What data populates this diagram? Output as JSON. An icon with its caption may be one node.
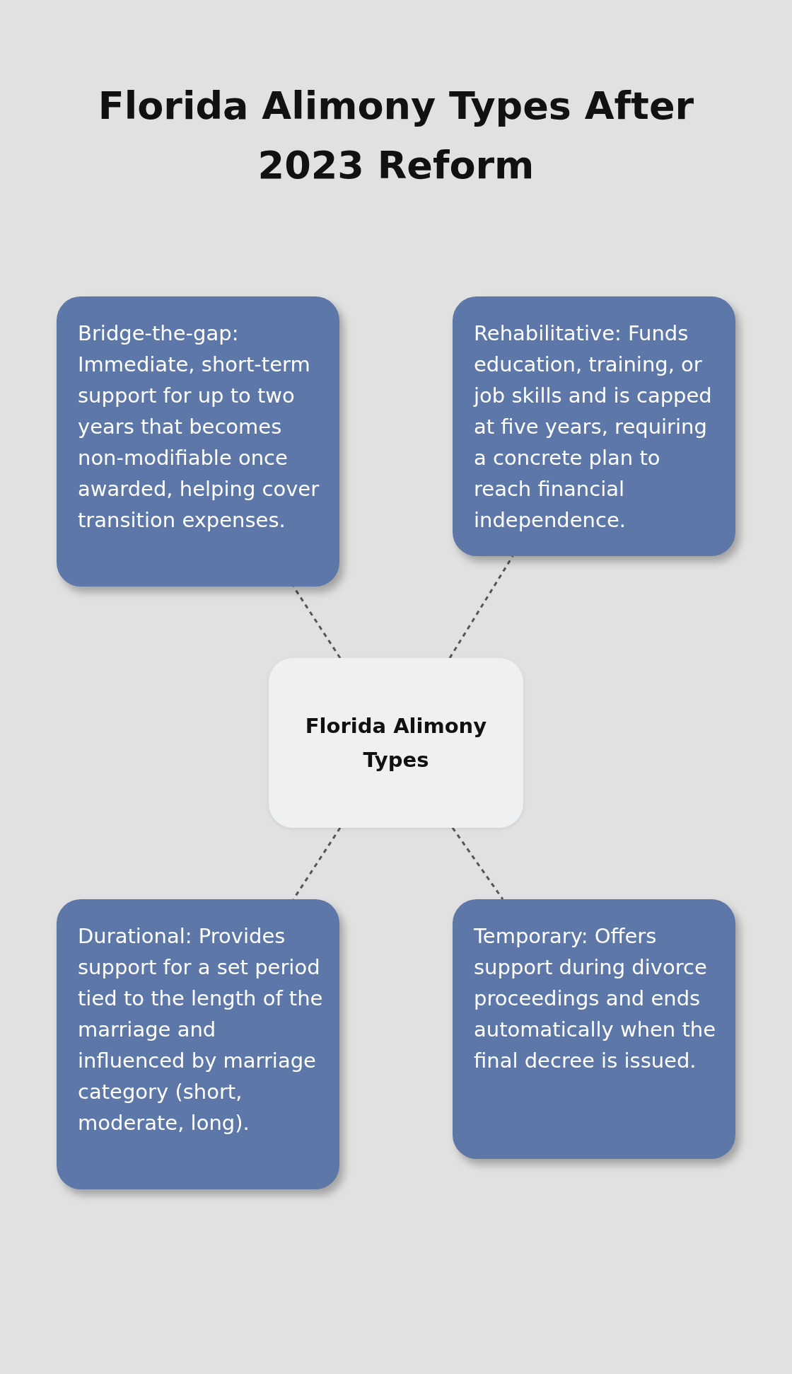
{
  "diagram": {
    "title": "Florida Alimony Types After 2023 Reform",
    "nodes": [
      {
        "text": [
          "Bridge-the-gap: Immediate, short-term support for up to two years that becomes non-modifiable once awarded, helping cover transition expenses."
        ]
      },
      {
        "text": [
          "Rehabilitative: Funds education, training, or job skills and is capped at five years, requiring a concrete plan to reach financial independence."
        ]
      },
      {
        "text": [
          "Florida Alimony Types"
        ]
      },
      {
        "text": [
          "Durational: Provides support for a set period tied to the length of the marriage and influenced by marriage category (short, moderate, long)."
        ]
      },
      {
        "text": [
          "Temporary: Offers support during divorce proceedings and ends automatically when the final decree is issued."
        ]
      }
    ],
    "edges": [
      {
        "from": 2,
        "to": 0,
        "arrow": "none",
        "style": "dashed"
      },
      {
        "from": 2,
        "to": 1,
        "arrow": "none",
        "style": "dashed"
      },
      {
        "from": 2,
        "to": 3,
        "arrow": "none",
        "style": "dashed"
      },
      {
        "from": 2,
        "to": 4,
        "arrow": "none",
        "style": "dashed"
      }
    ]
  }
}
